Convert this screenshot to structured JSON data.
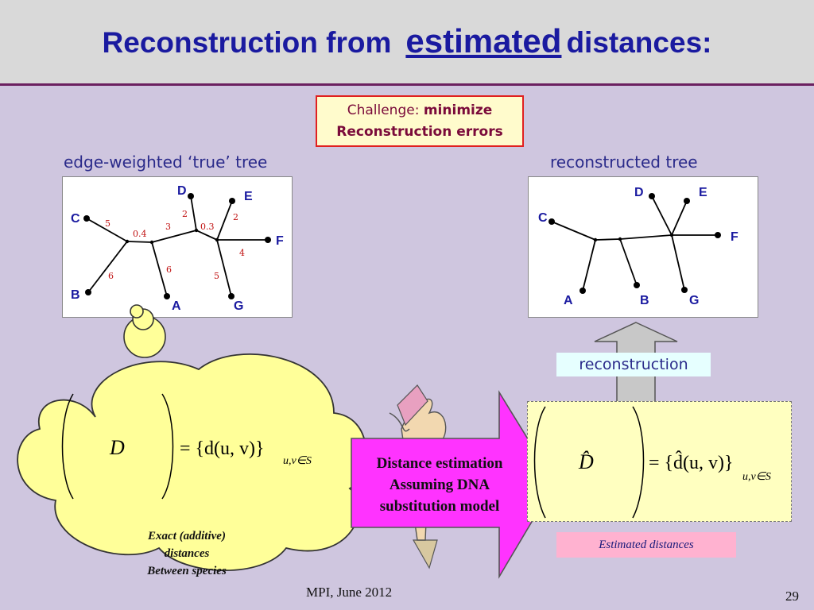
{
  "title": {
    "part1": "Reconstruction from",
    "highlight": "estimated",
    "part2": "distances:"
  },
  "challenge": {
    "prefix": "Challenge:",
    "bold1": "minimize",
    "bold2": "Reconstruction errors"
  },
  "true_tree": {
    "caption": "edge-weighted ‘true’ tree",
    "nodes": {
      "A": "A",
      "B": "B",
      "C": "C",
      "D": "D",
      "E": "E",
      "F": "F",
      "G": "G"
    },
    "weights": {
      "c": "5",
      "b": "6",
      "internal1": "0.4",
      "mid": "3",
      "a": "6",
      "d": "2",
      "internal2": "0.3",
      "e": "2",
      "f": "4",
      "g": "5"
    }
  },
  "recon_tree": {
    "caption": "reconstructed tree",
    "nodes": {
      "A": "A",
      "B": "B",
      "C": "C",
      "D": "D",
      "E": "E",
      "F": "F",
      "G": "G"
    }
  },
  "reconstruction_label": "reconstruction",
  "arrow_text": {
    "line1": "Distance estimation",
    "line2": "Assuming DNA",
    "line3": "substitution model"
  },
  "cloud_text": {
    "line1": "Exact (additive)",
    "line2": "distances",
    "line3": "Between species"
  },
  "formula_exact": {
    "matrix": "D",
    "rhs": "= {d(u, v)}",
    "subscript": "u,v∈S"
  },
  "formula_est": {
    "matrix": "D̂",
    "rhs": "= {d̂(u, v)}",
    "subscript": "u,v∈S"
  },
  "estimated_label": "Estimated distances",
  "footer": "MPI,  June 2012",
  "page_number": "29",
  "colors": {
    "background": "#cfc6df",
    "title": "#1a1aa0",
    "arrow": "#ff33ff",
    "cloud": "#ffff99"
  }
}
